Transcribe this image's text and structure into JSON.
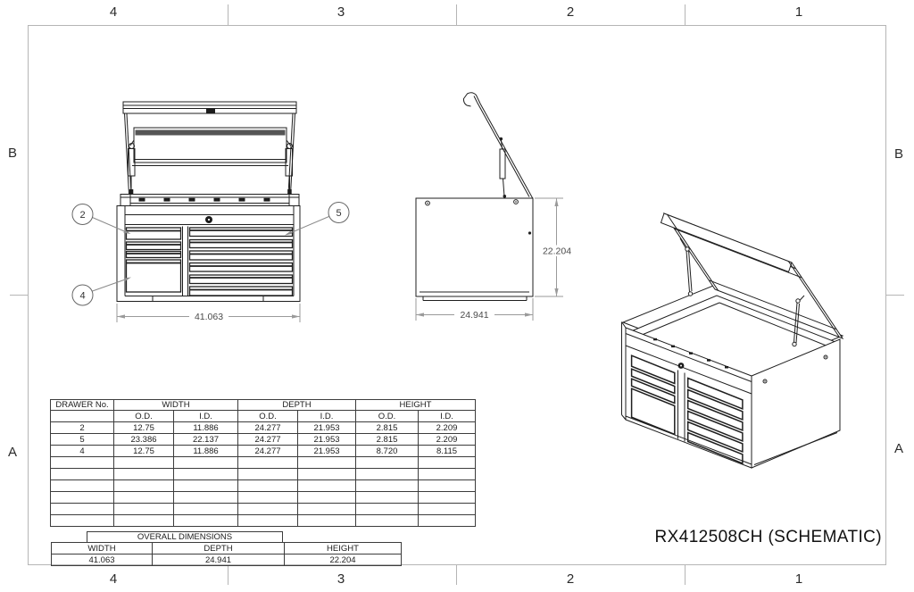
{
  "zones": {
    "cols": [
      "4",
      "3",
      "2",
      "1"
    ],
    "rows": [
      "B",
      "A"
    ]
  },
  "title_block": {
    "name": "RX412508CH (SCHEMATIC)"
  },
  "dims": {
    "front_width": "41.063",
    "side_depth": "24.941",
    "side_height": "22.204"
  },
  "balloons": [
    "2",
    "5",
    "4"
  ],
  "drawer_table": {
    "corner_header": "DRAWER No.",
    "groups": [
      "WIDTH",
      "DEPTH",
      "HEIGHT"
    ],
    "od": "O.D.",
    "id": "I.D.",
    "rows": [
      [
        "2",
        "12.75",
        "11.886",
        "24.277",
        "21.953",
        "2.815",
        "2.209"
      ],
      [
        "5",
        "23.386",
        "22.137",
        "24.277",
        "21.953",
        "2.815",
        "2.209"
      ],
      [
        "4",
        "12.75",
        "11.886",
        "24.277",
        "21.953",
        "8.720",
        "8.115"
      ]
    ]
  },
  "overall_table": {
    "title": "OVERALL DIMENSIONS",
    "headers": [
      "WIDTH",
      "DEPTH",
      "HEIGHT"
    ],
    "values": [
      "41.063",
      "24.941",
      "22.204"
    ]
  }
}
